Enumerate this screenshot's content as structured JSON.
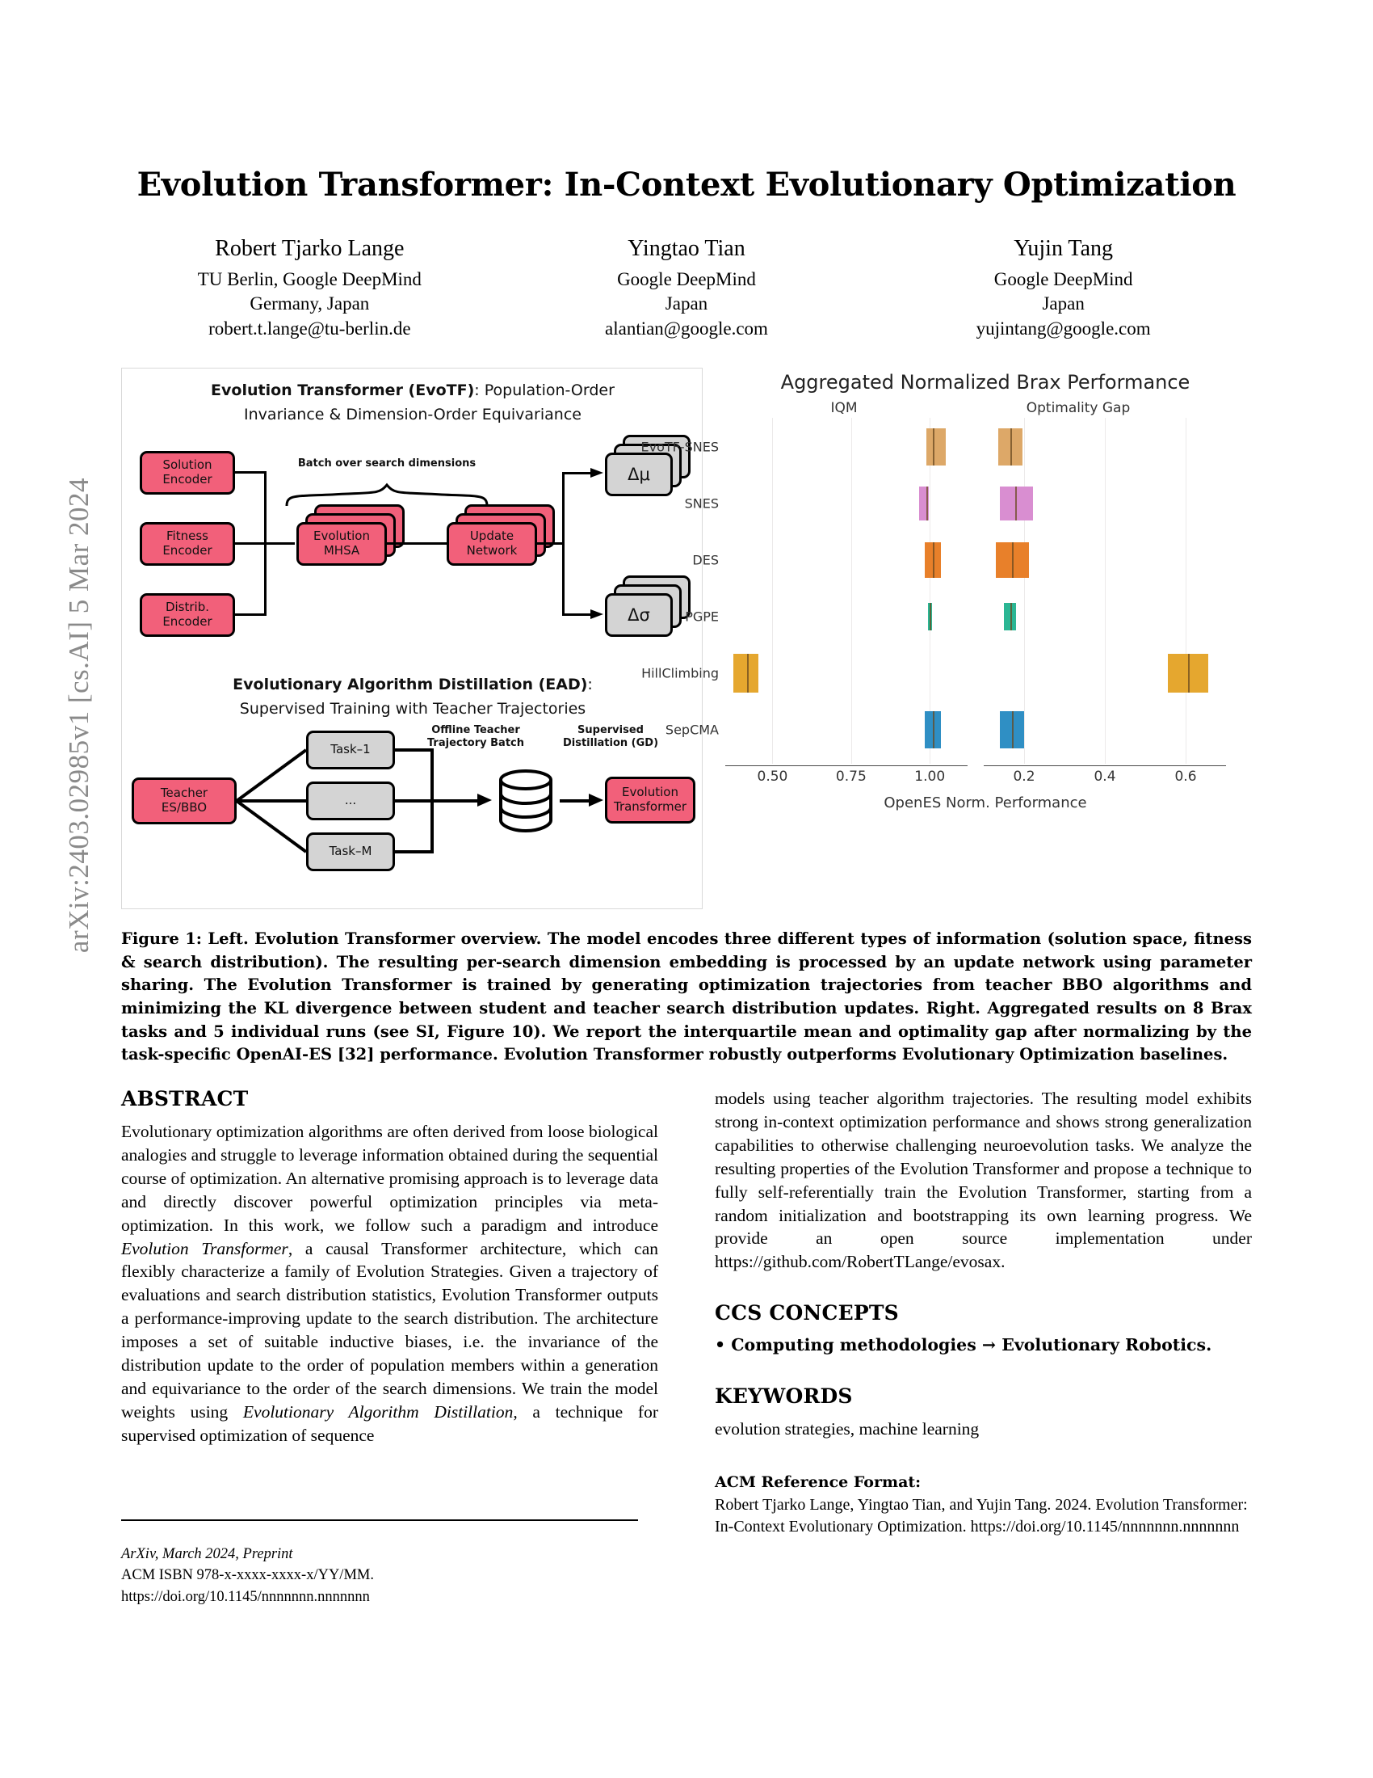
{
  "arxiv_stamp": "arXiv:2403.02985v1  [cs.AI]  5 Mar 2024",
  "title": "Evolution Transformer: In-Context Evolutionary Optimization",
  "authors": [
    {
      "name": "Robert Tjarko Lange",
      "affiliation": "TU Berlin, Google DeepMind",
      "location": "Germany, Japan",
      "email": "robert.t.lange@tu-berlin.de"
    },
    {
      "name": "Yingtao Tian",
      "affiliation": "Google DeepMind",
      "location": "Japan",
      "email": "alantian@google.com"
    },
    {
      "name": "Yujin Tang",
      "affiliation": "Google DeepMind",
      "location": "Japan",
      "email": "yujintang@google.com"
    }
  ],
  "figure": {
    "left_diagram": {
      "title_bold": "Evolution Transformer (EvoTF)",
      "title_rest": ": Population-Order",
      "title_line2": "Invariance & Dimension-Order Equivariance",
      "batch_label": "Batch over search dimensions",
      "encoders": [
        "Solution\nEncoder",
        "Fitness\nEncoder",
        "Distrib.\nEncoder"
      ],
      "encoder_1": "Solution Encoder",
      "encoder_2": "Fitness Encoder",
      "encoder_3": "Distrib. Encoder",
      "mhsa": "Evolution MHSA",
      "update_net": "Update Network",
      "out_mu": "Δμ",
      "out_sigma": "Δσ",
      "ead_title_bold": "Evolutionary Algorithm Distillation (EAD)",
      "ead_title_rest": ":",
      "ead_title_line2": "Supervised Training with Teacher Trajectories",
      "teacher": "Teacher ES/BBO",
      "task_1": "Task–1",
      "task_dots": "...",
      "task_m": "Task–M",
      "offline_batch": "Offline Teacher\nTrajectory Batch",
      "offline_batch_l1": "Offline Teacher",
      "offline_batch_l2": "Trajectory Batch",
      "supervised_l1": "Supervised",
      "supervised_l2": "Distillation (GD)",
      "evotf": "Evolution Transformer"
    }
  },
  "chart_data": {
    "type": "bar",
    "title": "Aggregated Normalized Brax Performance",
    "xlabel": "OpenES Norm. Performance",
    "ylabel": "",
    "panels": [
      {
        "name": "IQM",
        "xlim": [
          0.35,
          1.12
        ],
        "ticks": [
          "0.50",
          "0.75",
          "1.00"
        ],
        "tick_values": [
          0.5,
          0.75,
          1.0
        ]
      },
      {
        "name": "Optimality Gap",
        "xlim": [
          0.1,
          0.7
        ],
        "ticks": [
          "0.2",
          "0.4",
          "0.6"
        ],
        "tick_values": [
          0.2,
          0.4,
          0.6
        ]
      }
    ],
    "categories": [
      "EvoTF-SNES",
      "SNES",
      "DES",
      "PGPE",
      "HillClimbing",
      "SepCMA"
    ],
    "colors": [
      "#dda868",
      "#d98ed1",
      "#e8802a",
      "#2bb694",
      "#e5a72f",
      "#2f8fc4"
    ],
    "series": [
      {
        "name": "IQM",
        "center": [
          1.01,
          0.99,
          1.01,
          1.0,
          0.42,
          1.01
        ],
        "low": [
          0.99,
          0.965,
          0.985,
          0.993,
          0.375,
          0.985
        ],
        "high": [
          1.05,
          0.998,
          1.035,
          1.008,
          0.455,
          1.035
        ]
      },
      {
        "name": "Optimality Gap",
        "center": [
          0.165,
          0.178,
          0.17,
          0.165,
          0.605,
          0.17
        ],
        "low": [
          0.135,
          0.14,
          0.13,
          0.15,
          0.555,
          0.14
        ],
        "high": [
          0.195,
          0.222,
          0.212,
          0.18,
          0.655,
          0.2
        ]
      }
    ],
    "grid": true,
    "legend": "none"
  },
  "caption": "Figure 1: Left. Evolution Transformer overview. The model encodes three different types of information (solution space, fitness & search distribution). The resulting per-search dimension embedding is processed by an update network using parameter sharing. The Evolution Transformer is trained by generating optimization trajectories from teacher BBO algorithms and minimizing the KL divergence between student and teacher search distribution updates. Right. Aggregated results on 8 Brax tasks and 5 individual runs (see SI, Figure 10). We report the interquartile mean and optimality gap after normalizing by the task-specific OpenAI-ES [32] performance. Evolution Transformer robustly outperforms Evolutionary Optimization baselines.",
  "abstract": {
    "heading": "ABSTRACT",
    "part1_a": "Evolutionary optimization algorithms are often derived from loose biological analogies and struggle to leverage information obtained during the sequential course of optimization. An alternative promising approach is to leverage data and directly discover powerful optimization principles via meta-optimization. In this work, we follow such a paradigm and introduce ",
    "part1_i1": "Evolution Transformer",
    "part1_b": ", a causal Transformer architecture, which can flexibly characterize a family of Evolution Strategies. Given a trajectory of evaluations and search distribution statistics, Evolution Transformer outputs a performance-improving update to the search distribution. The architecture imposes a set of suitable inductive biases, i.e. the invariance of the distribution update to the order of population members within a generation and equivariance to the order of the search dimensions. We train the model weights using ",
    "part1_i2": "Evolutionary Algorithm Distillation",
    "part1_c": ", a technique for supervised optimization of sequence",
    "part2": "models using teacher algorithm trajectories. The resulting model exhibits strong in-context optimization performance and shows strong generalization capabilities to otherwise challenging neuroevolution tasks. We analyze the resulting properties of the Evolution Transformer and propose a technique to fully self-referentially train the Evolution Transformer, starting from a random initialization and bootstrapping its own learning progress. We provide an open source implementation under https://github.com/RobertTLange/evosax."
  },
  "ccs": {
    "heading": "CCS CONCEPTS",
    "line": "• Computing methodologies → Evolutionary Robotics."
  },
  "keywords": {
    "heading": "KEYWORDS",
    "line": "evolution strategies, machine learning"
  },
  "acm_reference": {
    "heading": "ACM Reference Format:",
    "body": "Robert Tjarko Lange, Yingtao Tian, and Yujin Tang. 2024. Evolution Transformer: In-Context Evolutionary Optimization. https://doi.org/10.1145/nnnnnnn.nnnnnnn"
  },
  "footer": {
    "venue": "ArXiv, March 2024, Preprint",
    "isbn": "ACM ISBN 978-x-xxxx-xxxx-x/YY/MM.",
    "doi": "https://doi.org/10.1145/nnnnnnn.nnnnnnn"
  }
}
